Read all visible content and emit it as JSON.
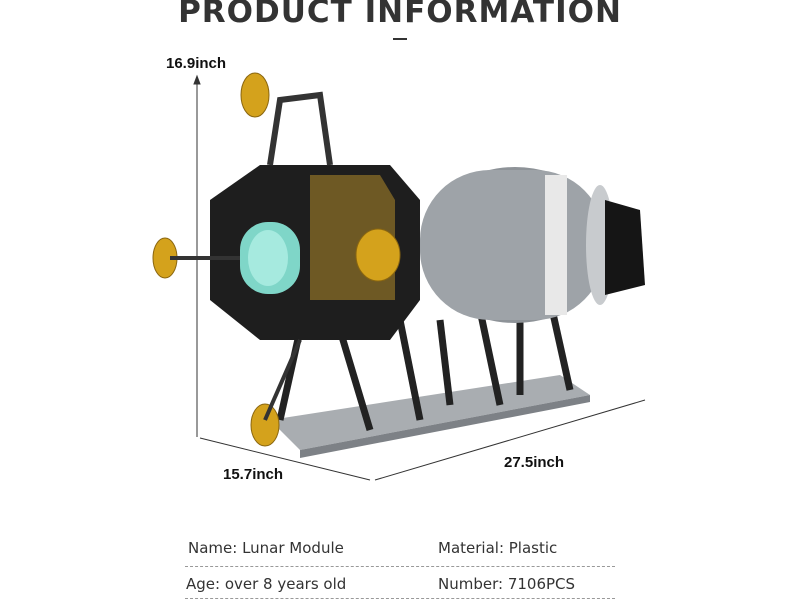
{
  "title": "PRODUCT INFORMATION",
  "dimensions": {
    "height": "16.9inch",
    "depth": "15.7inch",
    "length": "27.5inch"
  },
  "specs": {
    "name": "Name: Lunar Module",
    "material": "Material: Plastic",
    "age": "Age: over 8 years old",
    "number": "Number: 7106PCS"
  },
  "colors": {
    "gold": "#d4a21c",
    "cyan": "#7fd6c8",
    "gray": "#9a9ea3",
    "dark": "#1e1e1e"
  }
}
